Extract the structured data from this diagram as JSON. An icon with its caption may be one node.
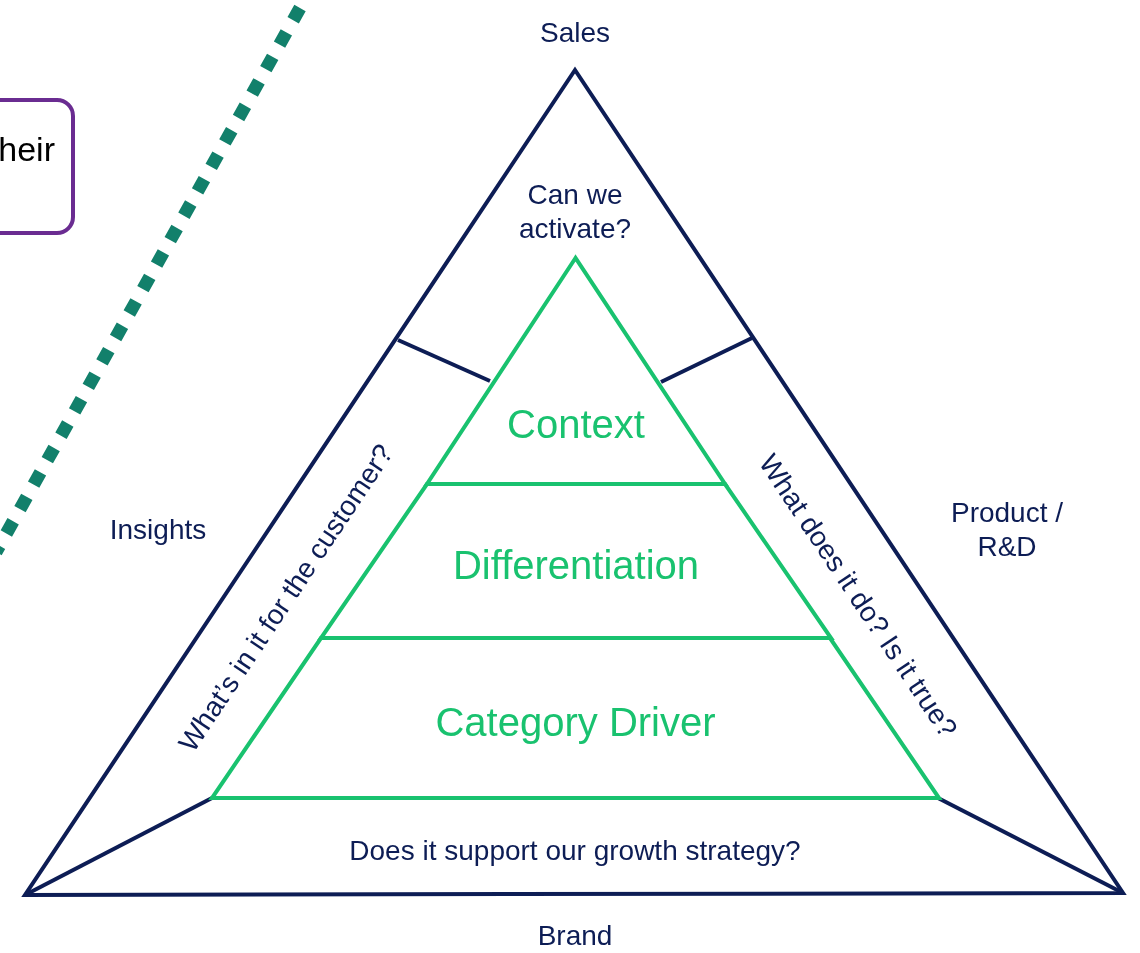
{
  "diagram": {
    "nodes": [
      {
        "text": [
          "heir"
        ]
      },
      {
        "text": [
          "Context"
        ]
      },
      {
        "text": [
          "Differentiation"
        ]
      },
      {
        "text": [
          "Category Driver"
        ]
      }
    ],
    "labels": [
      "Sales",
      "Can we activate?",
      "Insights",
      "What’s in it for the customer?",
      "What does it do? Is it true?",
      "Product / R&D",
      "Does it support our growth strategy?",
      "Brand"
    ]
  }
}
